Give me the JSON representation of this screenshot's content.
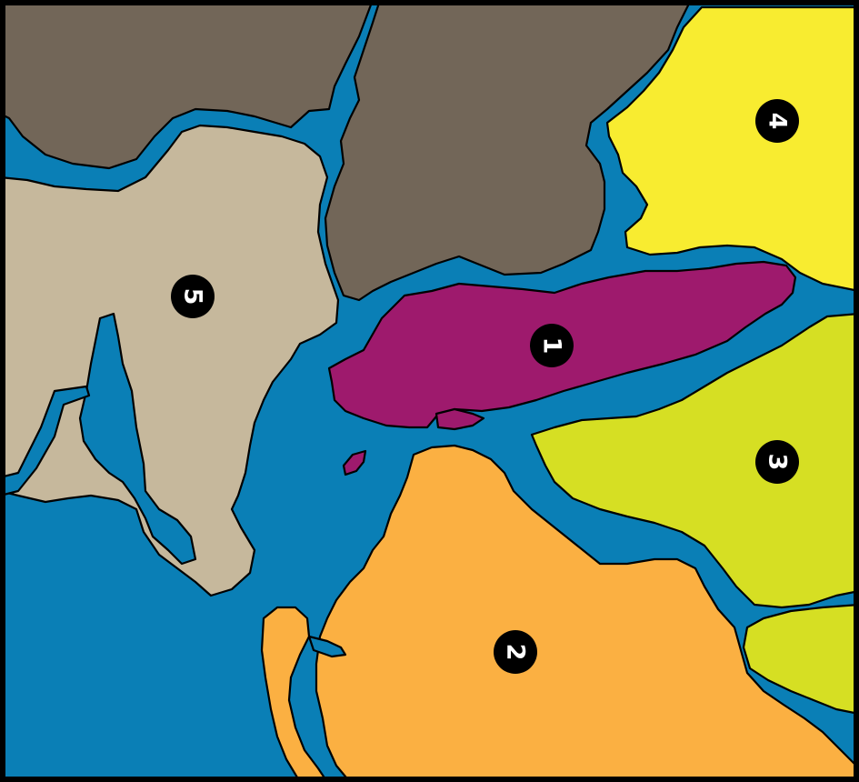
{
  "colors": {
    "water": "#0a7fb6",
    "region_1": "#9e1a6d",
    "region_2": "#fbb042",
    "region_3": "#d6df23",
    "region_4": "#f8ec30",
    "region_5": "#c6b89c",
    "unlabeled_land": "#726658",
    "marker_fill": "#000000",
    "marker_text": "#ffffff"
  },
  "regions": [
    {
      "id": "region-1",
      "marker": "1",
      "color_key": "region_1",
      "rotation": 90
    },
    {
      "id": "region-2",
      "marker": "2",
      "color_key": "region_2",
      "rotation": 90
    },
    {
      "id": "region-3",
      "marker": "3",
      "color_key": "region_3",
      "rotation": 90
    },
    {
      "id": "region-4",
      "marker": "4",
      "color_key": "region_4",
      "rotation": 90
    },
    {
      "id": "region-5",
      "marker": "5",
      "color_key": "region_5",
      "rotation": 90
    }
  ],
  "unlabeled_land": {
    "color_key": "unlabeled_land"
  }
}
